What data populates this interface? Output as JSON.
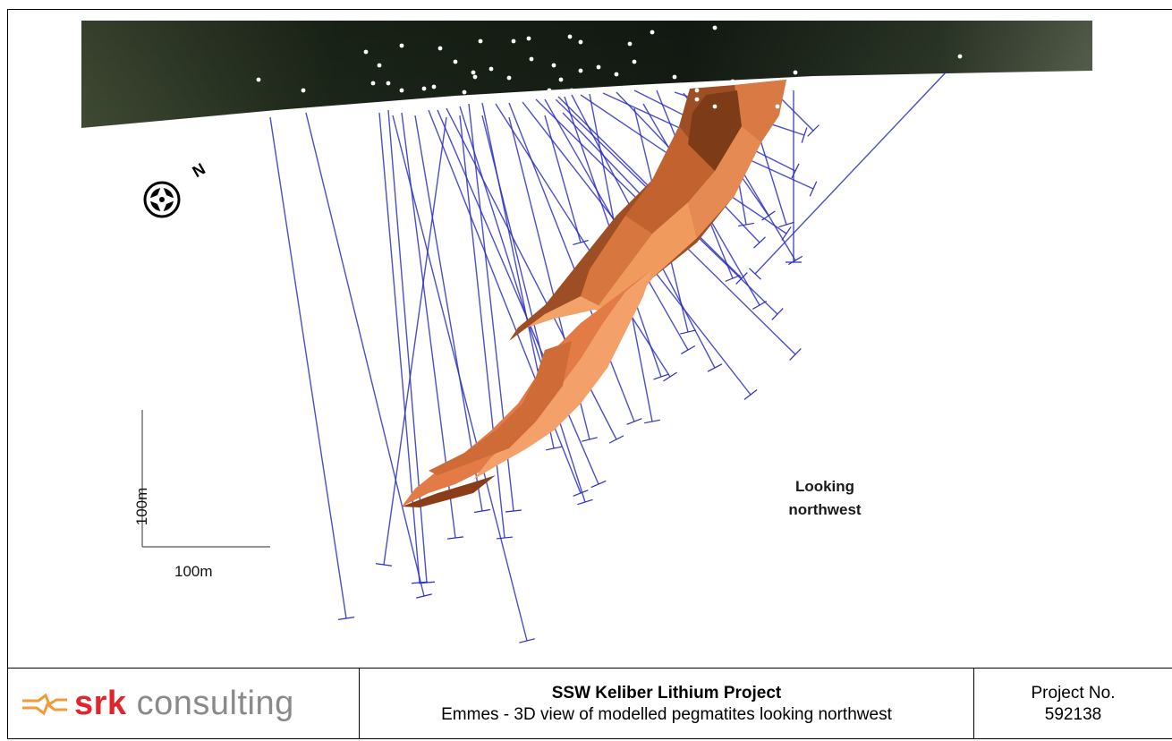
{
  "figure": {
    "orientation_label": "Looking\nnorthwest",
    "orientation_line1": "Looking",
    "orientation_line2": "northwest",
    "scale_x_label": "100m",
    "scale_y_label": "100m",
    "north_label": "N"
  },
  "footer": {
    "logo_brand": "srk",
    "logo_suffix": " consulting",
    "project_title": "SSW Keliber Lithium Project",
    "figure_caption": "Emmes - 3D view of modelled pegmatites looking northwest",
    "project_no_label": "Project No.",
    "project_no_value": "592138"
  },
  "colors": {
    "drillhole": "#2a2fc0",
    "pegmatite_light": "#e98b55",
    "pegmatite_dark": "#9a4a22",
    "terrain": "#1e2a1e",
    "brand_red": "#e0252b",
    "logo_gray": "#8a8a8a"
  },
  "icons": [
    "compass-rose-icon",
    "srk-logo-mark-icon"
  ]
}
